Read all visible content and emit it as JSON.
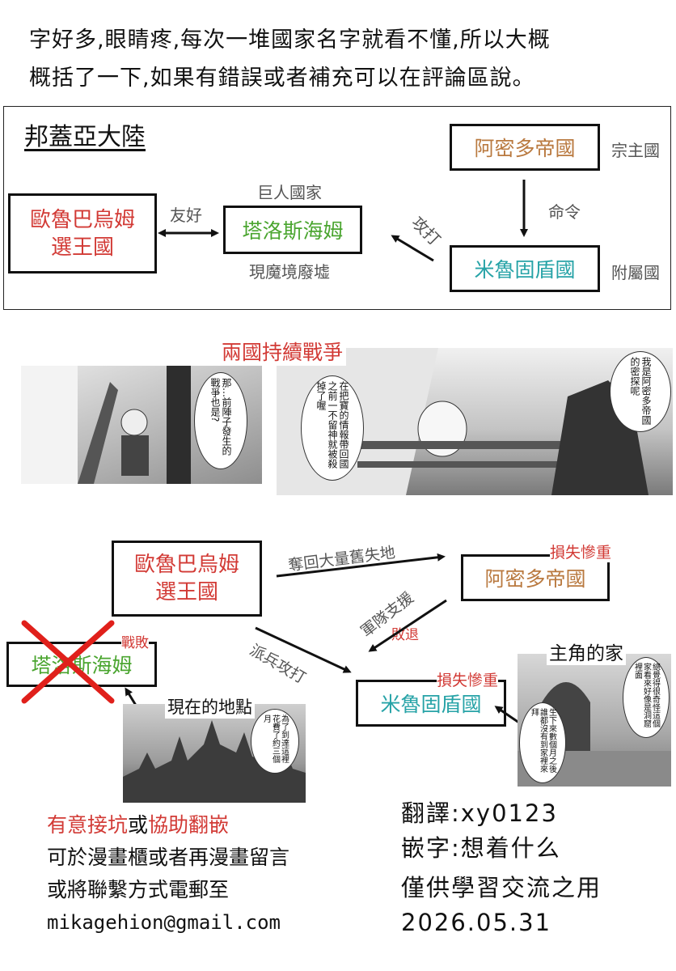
{
  "intro": {
    "line1": "字好多,眼睛疼,每次一堆國家名字就看不懂,所以大概",
    "line2": "概括了一下,如果有錯誤或者補充可以在評論區說。"
  },
  "map": {
    "title": "邦蓋亞大陸",
    "countries": {
      "europa_line1": "歐魯巴烏姆",
      "europa_line2": "選王國",
      "taros": "塔洛斯海姆",
      "amid": "阿密多帝國",
      "miru": "米魯固盾國"
    },
    "labels": {
      "friendly": "友好",
      "giant_nation": "巨人國家",
      "ruins": "現魔境廢墟",
      "suzerain": "宗主國",
      "command": "命令",
      "attack": "攻打",
      "vassal": "附屬國"
    }
  },
  "manga": {
    "war_caption": "兩國持續戰爭",
    "bubble1": "那…前陣子發生的戰爭也是?",
    "bubble2": "在把寶的情報帶回國之前一不留神就被殺掉了喔",
    "bubble3": "我是阿密多帝國的密探呢"
  },
  "war": {
    "europa_line1": "歐魯巴烏姆",
    "europa_line2": "選王國",
    "amid": "阿密多帝國",
    "miru": "米魯固盾國",
    "taros": "塔洛斯海姆",
    "reclaim": "奪回大量舊失地",
    "heavy_loss_amid": "損失慘重",
    "military_support": "軍隊支援",
    "defeat_retreat": "敗退",
    "defeated": "戰敗",
    "dispatch_attack": "派兵攻打",
    "heavy_loss_miru": "損失慘重",
    "current_location": "現在的地點",
    "protagonist_home": "主角的家",
    "bubble_location": "為了到達這裡花費了約三個月",
    "bubble_home1": "總覺得很奇怪這個家看來好像是洞窟裡面",
    "bubble_home2": "生下來數個月之後誰都沒有到家裡來拜"
  },
  "footer": {
    "recruit_a": "有意接坑",
    "recruit_or": "或",
    "recruit_b": "協助翻嵌",
    "line2": "可於漫畫櫃或者再漫畫留言",
    "line3": "或將聯繫方式電郵至",
    "email": "mikagehion@gmail.com",
    "translator": "翻譯:xy0123",
    "typesetter": "嵌字:想着什么",
    "disclaimer": "僅供學習交流之用",
    "date": "2026.05.31"
  },
  "colors": {
    "red": "#d23a35",
    "green": "#4aa52f",
    "orange": "#b9793f",
    "teal": "#27a3a7",
    "grey": "#666666"
  }
}
